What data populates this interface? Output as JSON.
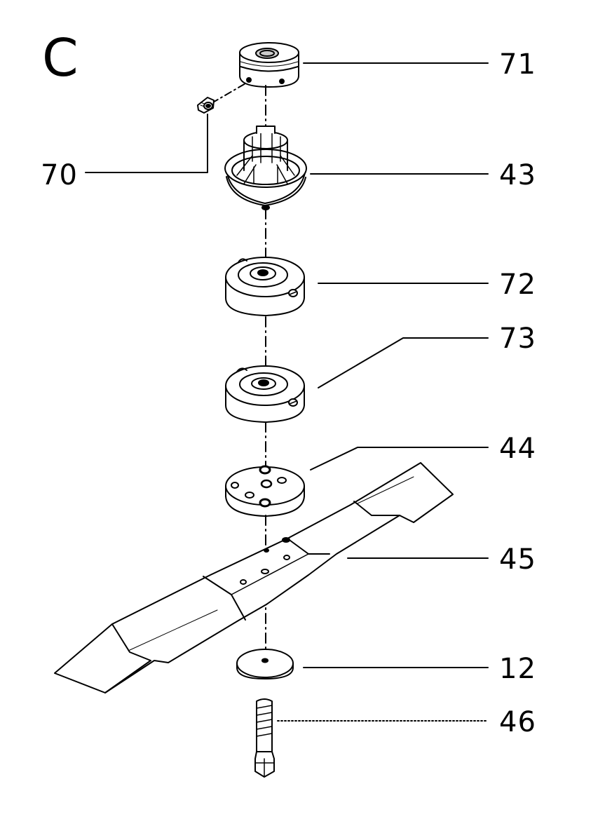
{
  "section_label": "C",
  "callouts": {
    "p71": "71",
    "p70": "70",
    "p43": "43",
    "p72": "72",
    "p73": "73",
    "p44": "44",
    "p45": "45",
    "p12": "12",
    "p46": "46"
  }
}
